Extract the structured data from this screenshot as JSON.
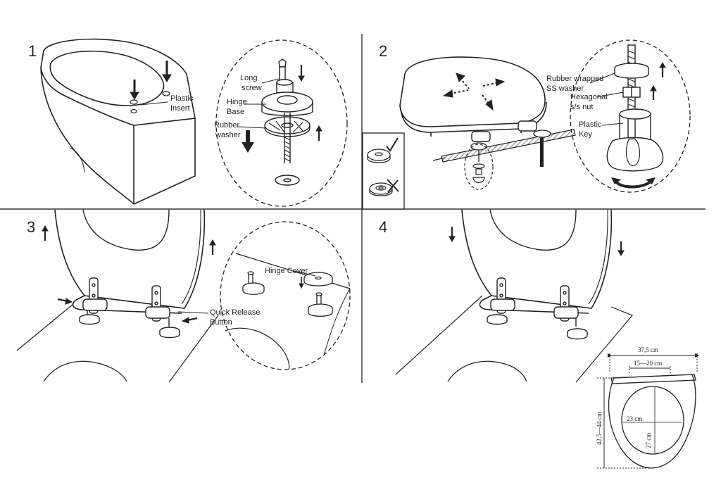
{
  "steps": {
    "s1": {
      "number": "1",
      "labels": {
        "plastic_insert_1": "Plastic",
        "plastic_insert_2": "Insert",
        "long_screw_1": "Long",
        "long_screw_2": "screw",
        "hinge_base_1": "Hinge",
        "hinge_base_2": "Base",
        "rubber_washer_1": "Rubber",
        "rubber_washer_2": "washer"
      }
    },
    "s2": {
      "number": "2",
      "labels": {
        "rubber_wrapped_1": "Rubber wrapped",
        "rubber_wrapped_2": "SS washer",
        "hex_nut_1": "Hexagonal",
        "hex_nut_2": "s/s nut",
        "plastic_key_1": "Plastic",
        "plastic_key_2": "Key"
      }
    },
    "s3": {
      "number": "3",
      "labels": {
        "hinge_cover": "Hinge Cover",
        "quick_release_1": "Quick Release",
        "quick_release_2": "Button"
      }
    },
    "s4": {
      "number": "4"
    }
  },
  "dimensions": {
    "width": "37,5 cm",
    "hinge_spacing": "15—20 cm",
    "opening_width": "23 cm",
    "opening_length": "27 cm",
    "seat_length": "42,5—44 cm"
  },
  "colors": {
    "line": "#222222",
    "divider": "#333333"
  }
}
